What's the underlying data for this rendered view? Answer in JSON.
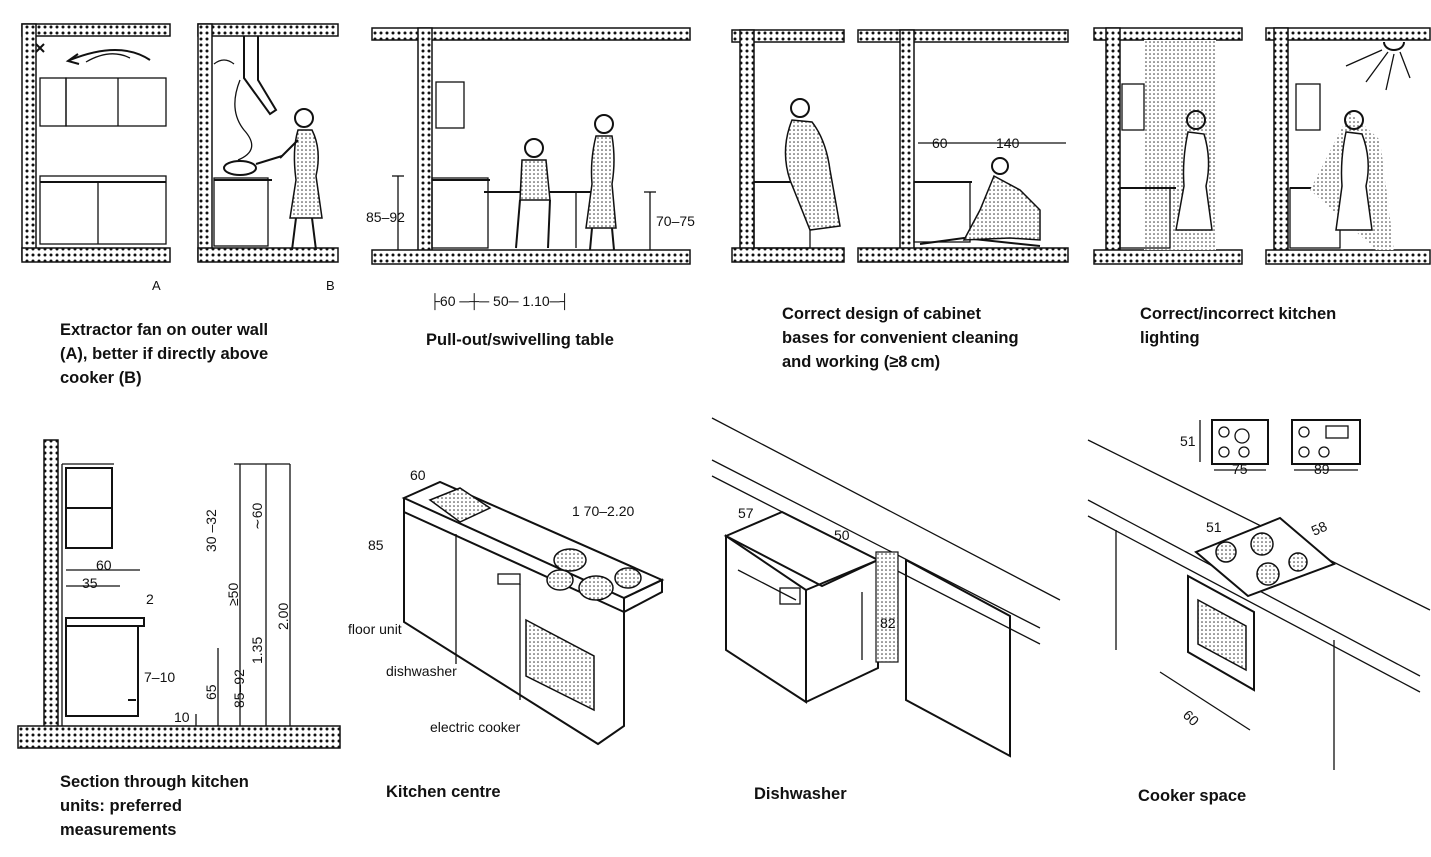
{
  "captions": {
    "extractor": "Extractor fan on outer wall\n(A), better if directly above\ncooker (B)",
    "pullout": "Pull-out/swivelling table",
    "cabinet": "Correct design of cabinet\nbases for convenient cleaning\nand working (≥8 cm)",
    "lighting": "Correct/incorrect kitchen\nlighting",
    "section": "Section through kitchen\nunits: preferred\nmeasurements",
    "centre": "Kitchen centre",
    "dishwasher": "Dishwasher",
    "cooker": "Cooker space"
  },
  "labels": {
    "fig_a": "A",
    "fig_b": "B",
    "pull_h": "85–92",
    "pull_table_h": "70–75",
    "pull_widths": "├60 ─┼─ 50─ 1.10─┤",
    "cab_dims_1": "60",
    "cab_dims_2": "140",
    "sec_60": "60",
    "sec_35": "35",
    "sec_2": "2",
    "sec_7_10": "7–10",
    "sec_65": "65",
    "sec_10": "10",
    "sec_30_32": "30\n–32",
    "sec_60v": "∼60",
    "sec_50": "≥50",
    "sec_135": "1.35",
    "sec_85_92": "85–92",
    "sec_200": "2.00",
    "kc_60": "60",
    "kc_85": "85",
    "kc_len": "1 70–2.20",
    "kc_floor": "floor unit",
    "kc_dish": "dishwasher",
    "kc_cooker": "electric cooker",
    "dw_57": "57",
    "dw_50": "50",
    "dw_82": "82",
    "cs_51": "51",
    "cs_75": "75",
    "cs_89": "89",
    "cs_51b": "51",
    "cs_58": "58",
    "cs_60": "60"
  }
}
